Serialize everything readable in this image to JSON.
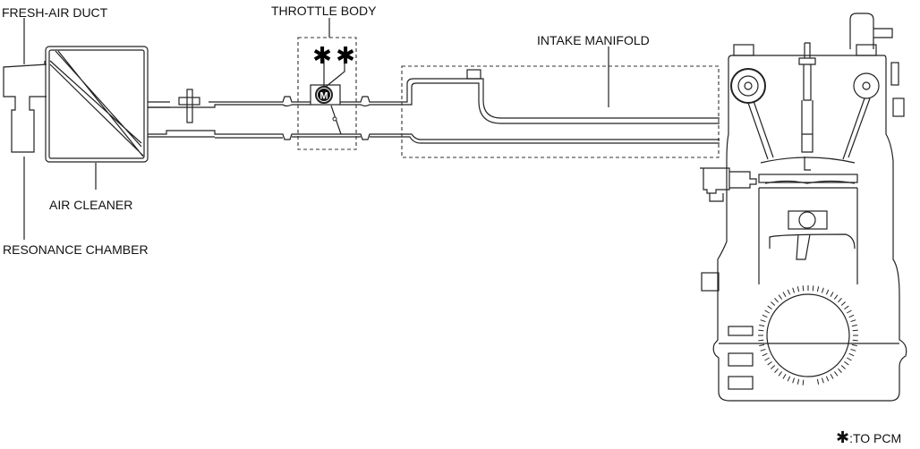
{
  "labels": {
    "fresh_air_duct": "FRESH-AIR DUCT",
    "throttle_body": "THROTTLE BODY",
    "intake_manifold": "INTAKE MANIFOLD",
    "air_cleaner": "AIR CLEANER",
    "resonance_chamber": "RESONANCE CHAMBER",
    "motor_symbol": "M"
  },
  "legend": {
    "symbol": "✱",
    "text": ":TO PCM"
  }
}
